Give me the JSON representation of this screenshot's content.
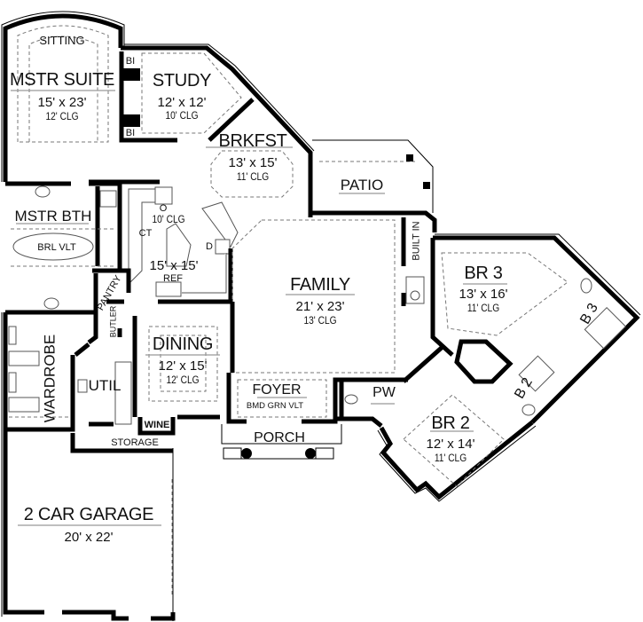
{
  "plan": {
    "rooms": {
      "sitting": {
        "name": "SITTING"
      },
      "master_suite": {
        "name": "MSTR SUITE",
        "size": "15' x 23'",
        "ceiling": "12' CLG"
      },
      "built_in_top": {
        "name": "BI"
      },
      "built_in_bottom": {
        "name": "BI"
      },
      "study": {
        "name": "STUDY",
        "size": "12' x 12'",
        "ceiling": "10' CLG"
      },
      "breakfast": {
        "name": "BRKFST",
        "size": "13' x 15'",
        "ceiling": "11' CLG"
      },
      "patio": {
        "name": "PATIO"
      },
      "master_bath": {
        "name": "MSTR BTH",
        "tub_note": "BRL VLT"
      },
      "kitchen": {
        "size": "15' x 15'",
        "ceiling": "10' CLG",
        "oven": "O",
        "cooktop": "CT",
        "dishwasher": "D",
        "refrigerator": "REF"
      },
      "family": {
        "name": "FAMILY",
        "size": "21' x 23'",
        "ceiling": "13' CLG"
      },
      "built_in_family": {
        "name": "BUILT IN"
      },
      "pantry": {
        "name": "PANTRY"
      },
      "butler": {
        "name": "BUTLER"
      },
      "wardrobe": {
        "name": "WARDROBE"
      },
      "utility": {
        "name": "UTIL"
      },
      "dining": {
        "name": "DINING",
        "size": "12' x 15'",
        "ceiling": "12' CLG"
      },
      "wine": {
        "name": "WINE"
      },
      "storage": {
        "name": "STORAGE"
      },
      "foyer": {
        "name": "FOYER",
        "ceiling_note": "BMD GRN VLT"
      },
      "porch": {
        "name": "PORCH"
      },
      "powder": {
        "name": "PW"
      },
      "bedroom_3": {
        "name": "BR 3",
        "size": "13' x 16'",
        "ceiling": "11' CLG"
      },
      "bath_3": {
        "name": "B 3"
      },
      "bedroom_2": {
        "name": "BR 2",
        "size": "12' x 14'",
        "ceiling": "11' CLG"
      },
      "bath_2": {
        "name": "B 2"
      },
      "garage": {
        "name": "2 CAR GARAGE",
        "size": "20' x 22'"
      }
    }
  }
}
